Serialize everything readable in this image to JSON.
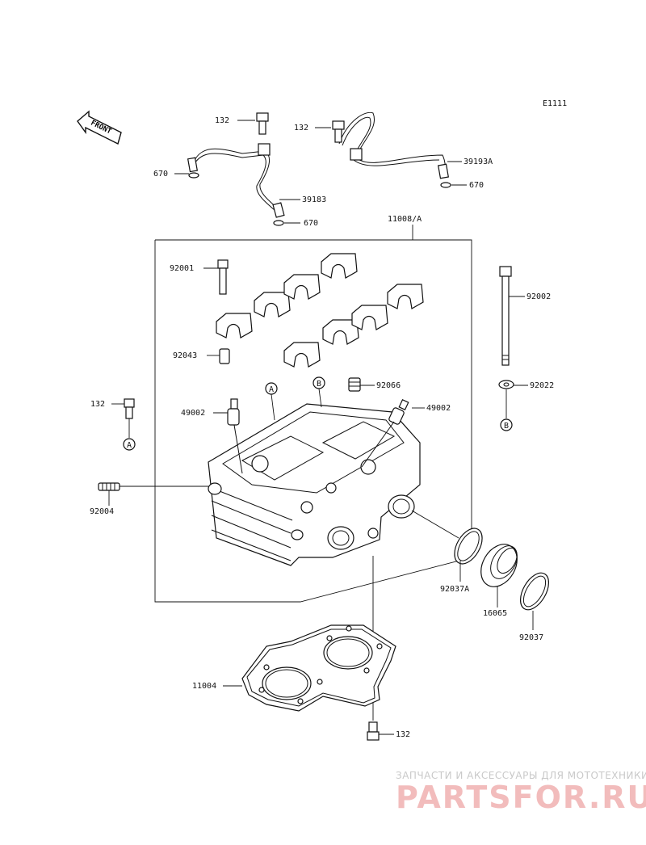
{
  "diagram_code": "E1111",
  "front_label": "FRONT",
  "parts": {
    "bolt_132": "132",
    "oring_670": "670",
    "pipe_39183": "39183",
    "pipe_39193a": "39193A",
    "head_assy": "11008/A",
    "bolt_92001": "92001",
    "dowel_92043": "92043",
    "plug_92066": "92066",
    "valve_49002": "49002",
    "stud_92004": "92004",
    "bolt_92002": "92002",
    "washer_92022": "92022",
    "clamp_92037a": "92037A",
    "holder_16065": "16065",
    "clamp_92037": "92037",
    "gasket_11004": "11004"
  },
  "callouts": {
    "a": "A",
    "b": "B"
  },
  "watermark": {
    "tagline": "ЗАПЧАСТИ И АКСЕССУАРЫ ДЛЯ МОТОТЕХНИКИ",
    "brand": "PARTSFOR.RU"
  }
}
